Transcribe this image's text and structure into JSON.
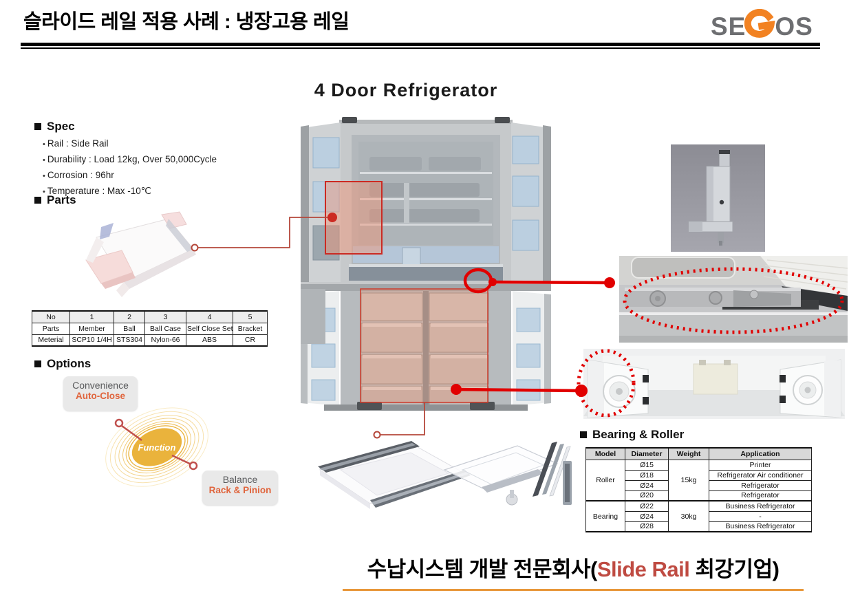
{
  "header": {
    "title": "슬라이드 레일 적용 사례 : 냉장고용 레일",
    "logo": {
      "se": "SE",
      "os": "OS",
      "text_color": "#6d6e71",
      "accent_color": "#f28222"
    }
  },
  "main_heading": "4 Door Refrigerator",
  "spec": {
    "heading": "Spec",
    "items": [
      "Rail : Side Rail",
      "Durability : Load 12kg, Over 50,000Cycle",
      "Corrosion : 96hr",
      "Temperature : Max -10℃"
    ]
  },
  "parts": {
    "heading": "Parts",
    "table": {
      "rows": [
        [
          "No",
          "1",
          "2",
          "3",
          "4",
          "5"
        ],
        [
          "Parts",
          "Member",
          "Ball",
          "Ball Case",
          "Self Close Set",
          "Bracket"
        ],
        [
          "Meterial",
          "SCP10 1/4H",
          "STS304",
          "Nylon-66",
          "ABS",
          "CR"
        ]
      ]
    }
  },
  "options": {
    "heading": "Options",
    "convenience": {
      "title": "Convenience",
      "subtitle": "Auto-Close"
    },
    "function_label": "Function",
    "balance": {
      "title": "Balance",
      "subtitle": "Rack & Pinion"
    }
  },
  "bearing_roller": {
    "heading": "Bearing & Roller",
    "table": {
      "headers": [
        "Model",
        "Diameter",
        "Weight",
        "Application"
      ],
      "groups": [
        {
          "model": "Roller",
          "weight": "15kg",
          "rows": [
            [
              "Ø15",
              "Printer"
            ],
            [
              "Ø18",
              "Refrigerator Air conditioner"
            ],
            [
              "Ø24",
              "Refrigerator"
            ],
            [
              "Ø20",
              "Refrigerator"
            ]
          ]
        },
        {
          "model": "Bearing",
          "weight": "30kg",
          "rows": [
            [
              "Ø22",
              "Business Refrigerator"
            ],
            [
              "Ø24",
              "-"
            ],
            [
              "Ø28",
              "Business Refrigerator"
            ]
          ]
        }
      ]
    }
  },
  "footer": {
    "text_before": "수납시스템 개발 전문회사(",
    "highlight": "Slide Rail",
    "text_after": " 최강기업)",
    "highlight_color": "#bf4b42",
    "underline_color": "#e8973a"
  },
  "colors": {
    "annotation_red": "#e10000",
    "connector_dark_red": "#b5473a",
    "highlight_fill": "rgba(243,146,115,0.45)"
  }
}
